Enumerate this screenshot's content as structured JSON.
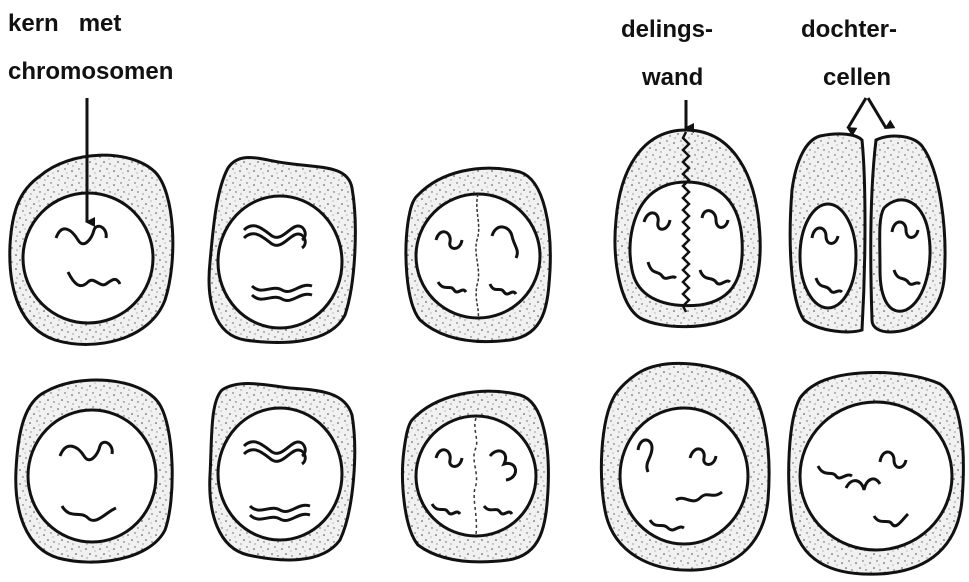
{
  "labels": {
    "kern_met": "kern   met",
    "chromosomen": "chromosomen",
    "delings": "delings-",
    "wand": "wand",
    "dochter": "dochter-",
    "cellen": "cellen"
  },
  "colors": {
    "ink": "#111111",
    "cytoplasm": "#f1f1f1",
    "nucleus": "#ffffff"
  }
}
